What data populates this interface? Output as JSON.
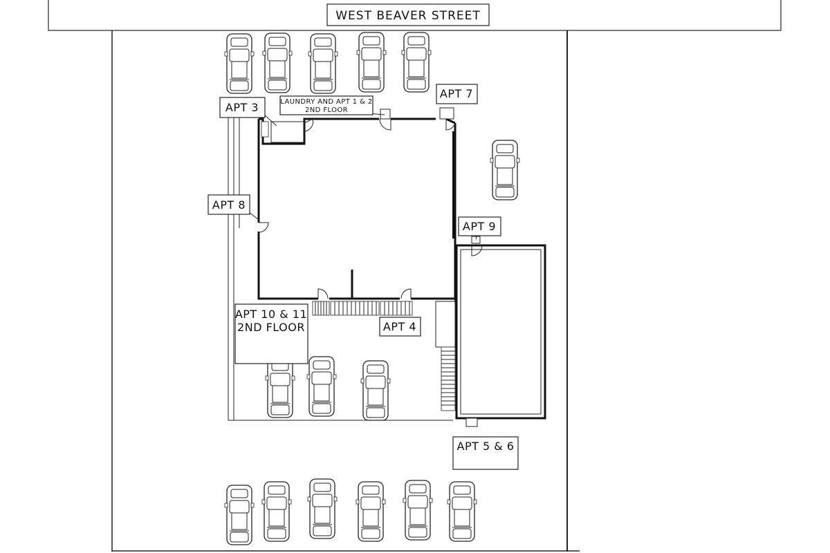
{
  "street": {
    "name": "WEST BEAVER STREET"
  },
  "labels": {
    "apt3": "APT 3",
    "laundry_line1": "LAUNDRY AND APT 1 & 2",
    "laundry_line2": "2ND FLOOR",
    "apt7": "APT 7",
    "apt8": "APT 8",
    "apt9": "APT 9",
    "apt10_line1": "APT 10 & 11",
    "apt10_line2": "2ND FLOOR",
    "apt4": "APT 4",
    "apt56": "APT 5 & 6"
  },
  "parking": {
    "top_row_count": 5,
    "right_side_count": 1,
    "lower_lot_count": 3,
    "bottom_row_count": 6
  },
  "colors": {
    "line": "#111111",
    "background": "#ffffff"
  }
}
